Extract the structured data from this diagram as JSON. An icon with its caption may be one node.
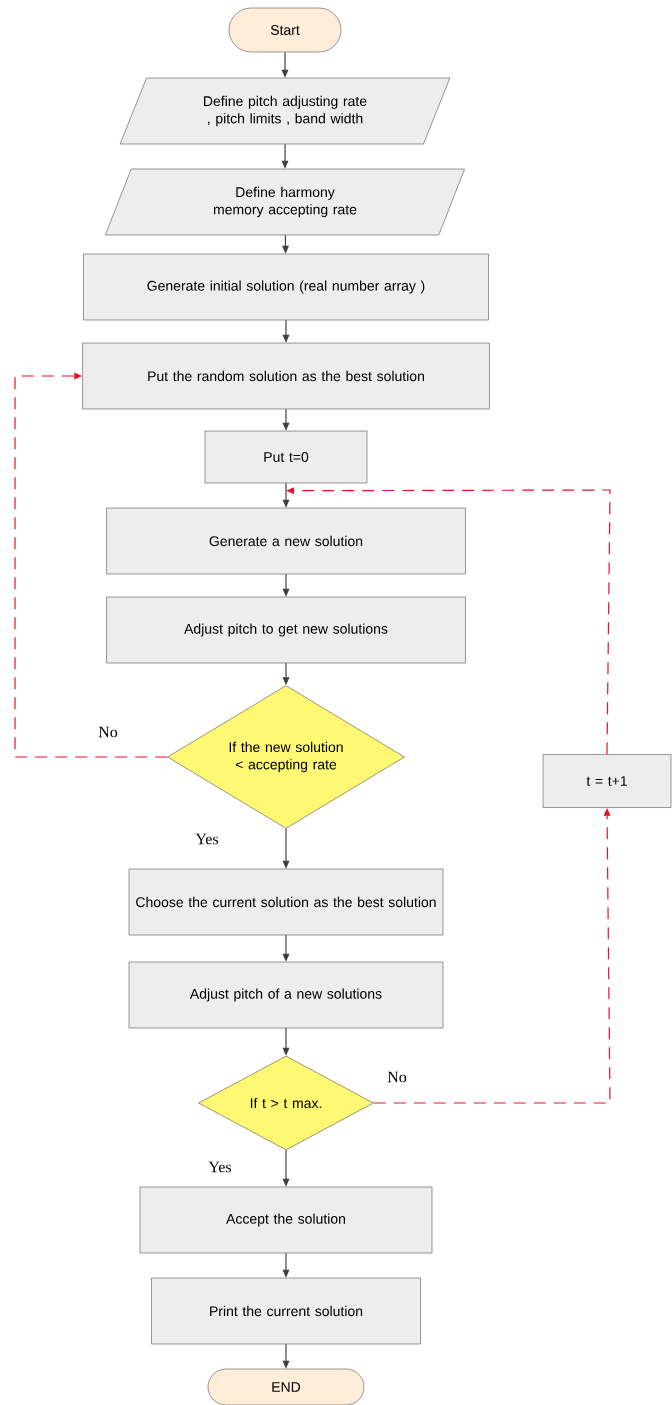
{
  "diagram": {
    "nodes": [
      {
        "text": [
          "Start"
        ]
      },
      {
        "text": [
          "Define pitch adjusting rate , pitch limits , band width"
        ]
      },
      {
        "text": [
          "Define harmony memory accepting rate"
        ]
      },
      {
        "text": [
          "Generate initial solution (real number array )"
        ]
      },
      {
        "text": [
          "Put the random solution as the best solution"
        ]
      },
      {
        "text": [
          "Put t=0"
        ]
      },
      {
        "text": [
          "Generate a new solution"
        ]
      },
      {
        "text": [
          "Adjust pitch to get new solutions"
        ]
      },
      {
        "text": [
          "If the new solution < accepting rate"
        ]
      },
      {
        "text": [
          "Choose the current solution as the best solution"
        ]
      },
      {
        "text": [
          "Adjust pitch of a new solutions"
        ]
      },
      {
        "text": [
          "If t > t max."
        ]
      },
      {
        "text": [
          "t = t+1"
        ]
      },
      {
        "text": [
          "Accept the solution"
        ]
      },
      {
        "text": [
          "Print the current solution"
        ]
      },
      {
        "text": [
          "END"
        ]
      }
    ],
    "edges": [
      {
        "from": 0,
        "to": 1,
        "arrow": "to"
      },
      {
        "from": 1,
        "to": 2,
        "arrow": "to"
      },
      {
        "from": 2,
        "to": 3,
        "arrow": "to"
      },
      {
        "from": 3,
        "to": 4,
        "arrow": "to"
      },
      {
        "from": 4,
        "to": 5,
        "arrow": "to"
      },
      {
        "from": 5,
        "to": 6,
        "arrow": "to"
      },
      {
        "from": 6,
        "to": 7,
        "arrow": "to"
      },
      {
        "from": 7,
        "to": 8,
        "arrow": "to"
      },
      {
        "from": 8,
        "to": 4,
        "arrow": "to",
        "label": "No",
        "style": "dashed",
        "color": "#e8112d"
      },
      {
        "from": 8,
        "to": 9,
        "arrow": "to",
        "label": "Yes"
      },
      {
        "from": 9,
        "to": 10,
        "arrow": "to"
      },
      {
        "from": 10,
        "to": 11,
        "arrow": "to"
      },
      {
        "from": 11,
        "to": 12,
        "arrow": "to",
        "label": "No",
        "style": "dashed",
        "color": "#e8112d"
      },
      {
        "from": 12,
        "to": 6,
        "arrow": "to",
        "style": "dashed",
        "color": "#e8112d"
      },
      {
        "from": 11,
        "to": 13,
        "arrow": "to",
        "label": "Yes"
      },
      {
        "from": 13,
        "to": 14,
        "arrow": "to"
      },
      {
        "from": 14,
        "to": 15,
        "arrow": "to"
      }
    ]
  }
}
